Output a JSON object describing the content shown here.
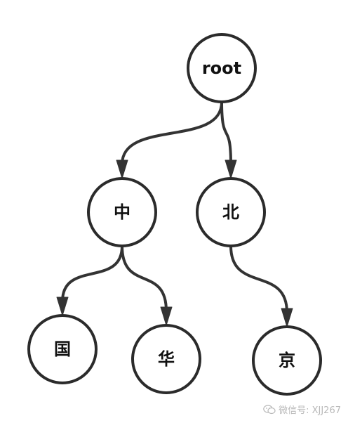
{
  "diagram": {
    "nodes": [
      {
        "id": "root",
        "label": "root"
      },
      {
        "id": "zhong",
        "label": "中"
      },
      {
        "id": "bei",
        "label": "北"
      },
      {
        "id": "guo",
        "label": "国"
      },
      {
        "id": "hua",
        "label": "华"
      },
      {
        "id": "jing",
        "label": "京"
      }
    ],
    "edges": [
      {
        "from": "root",
        "to": "zhong"
      },
      {
        "from": "root",
        "to": "bei"
      },
      {
        "from": "zhong",
        "to": "guo"
      },
      {
        "from": "zhong",
        "to": "hua"
      },
      {
        "from": "bei",
        "to": "jing"
      }
    ]
  },
  "watermark": {
    "text": "微信号: XJJ267",
    "icon": "wechat-icon"
  },
  "colors": {
    "stroke": "#2b2b2b",
    "arrow": "#333333",
    "watermark": "#b9b9b9"
  }
}
